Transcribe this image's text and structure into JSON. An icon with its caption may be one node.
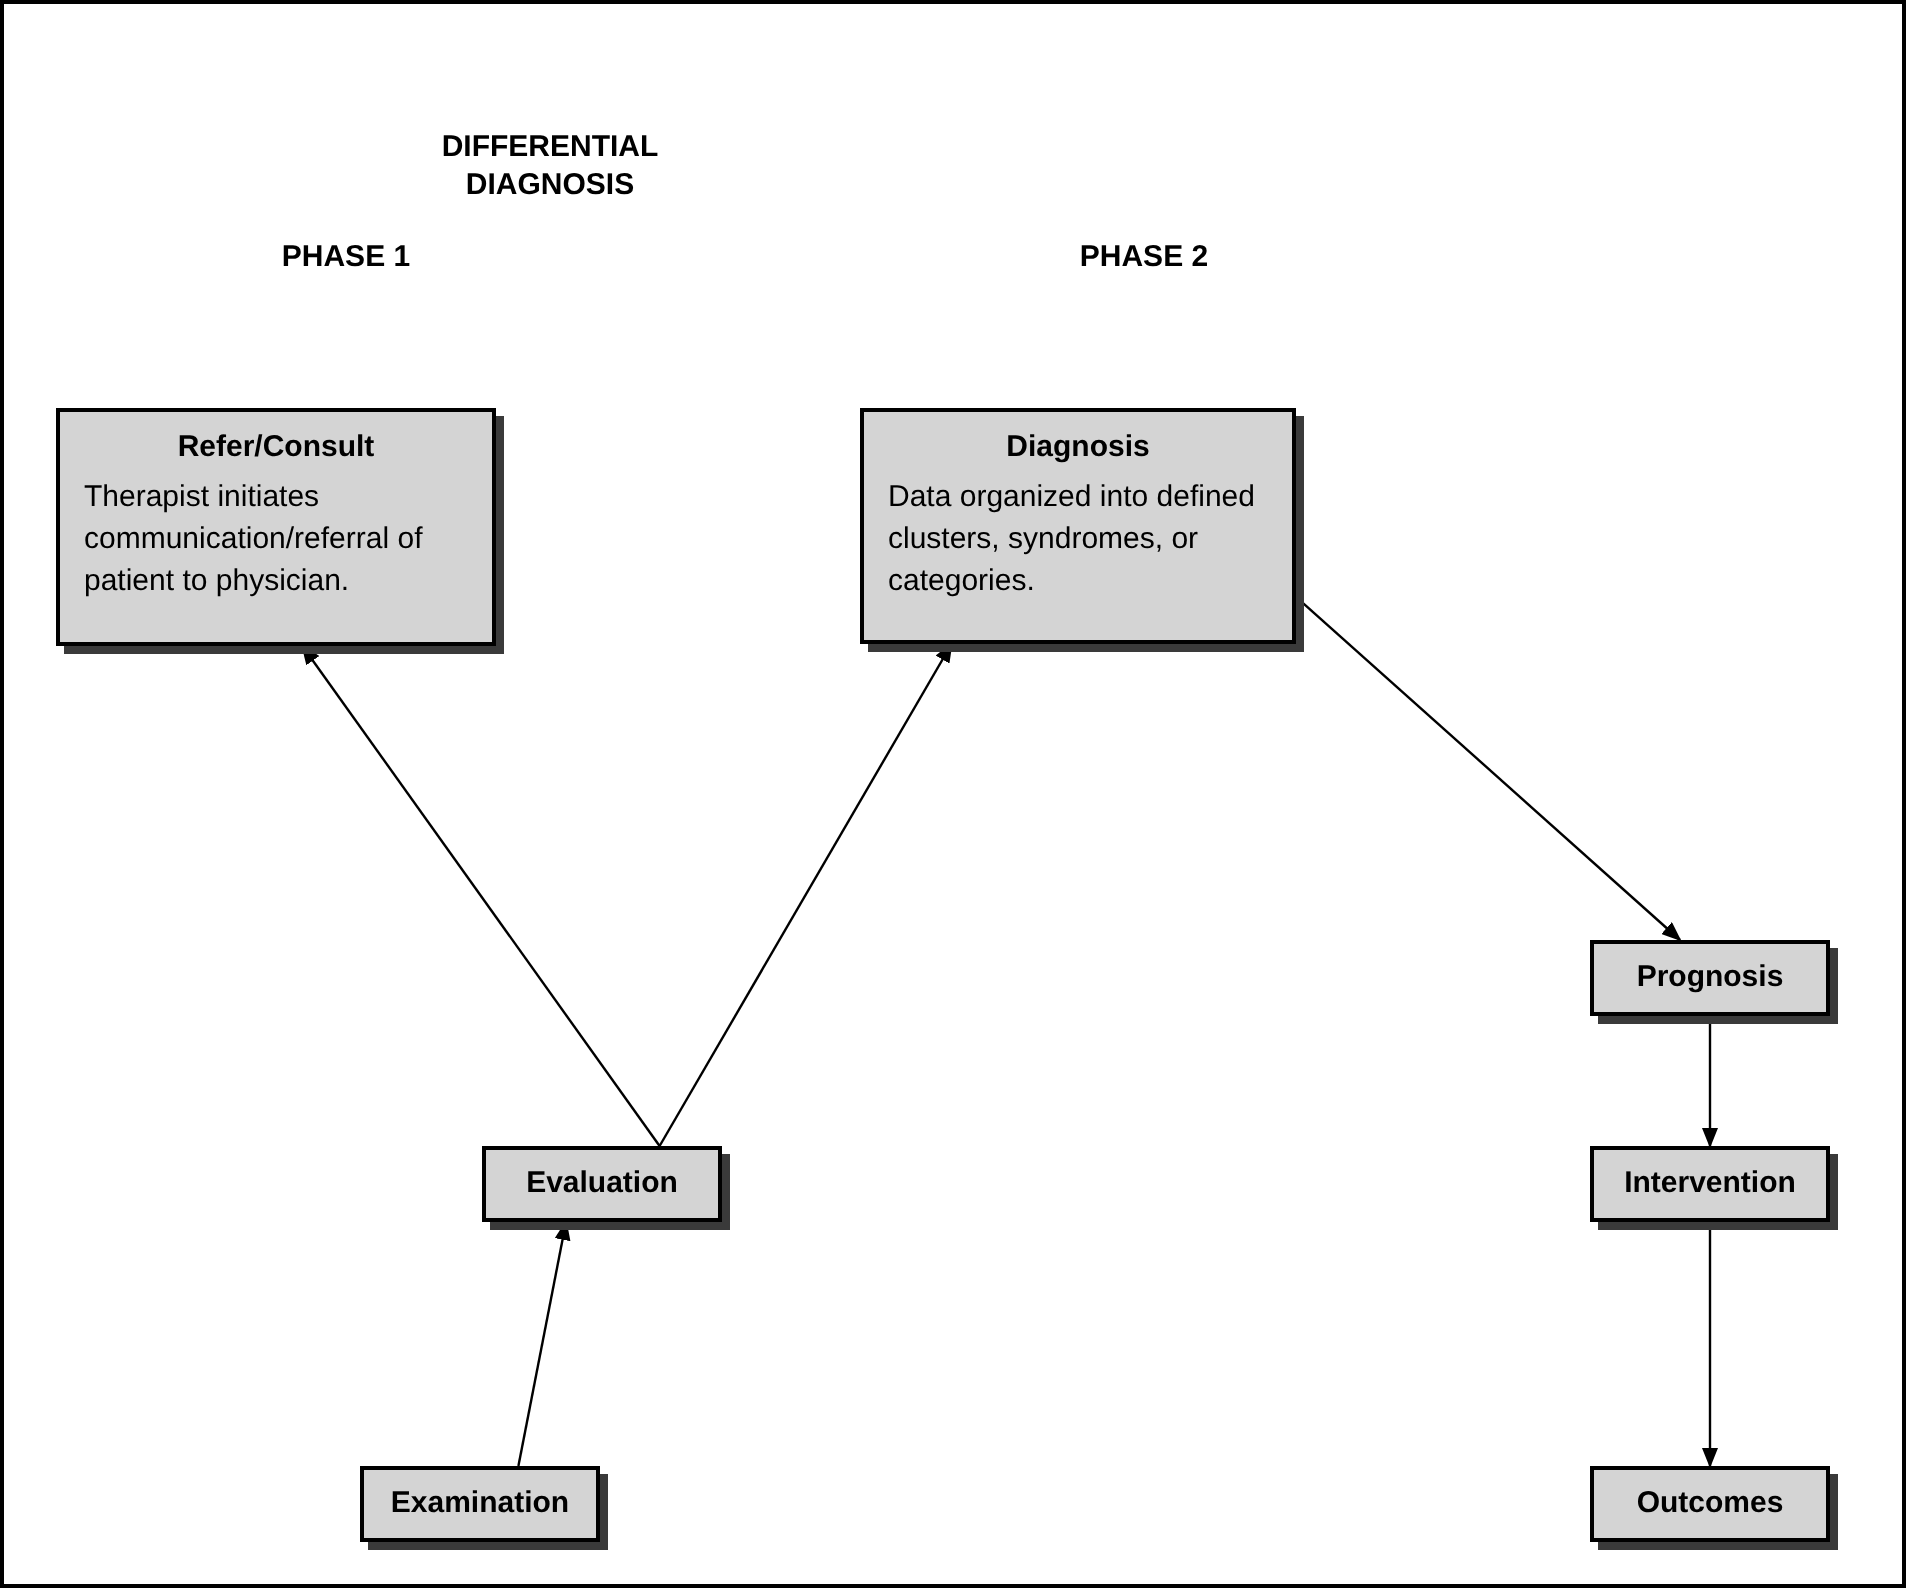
{
  "diagram": {
    "title": "DIFFERENTIAL DIAGNOSIS",
    "nodes": [
      {
        "text": [
          "Refer/Consult",
          "Therapist initiates communication/referral of patient to physician."
        ]
      },
      {
        "text": [
          "Diagnosis",
          "Data organized into defined clusters, syndromes, or categories."
        ]
      },
      {
        "text": [
          "Prognosis"
        ]
      },
      {
        "text": [
          "Evaluation"
        ]
      },
      {
        "text": [
          "Intervention"
        ]
      },
      {
        "text": [
          "Examination"
        ]
      },
      {
        "text": [
          "Outcomes"
        ]
      }
    ],
    "edges": [
      {
        "from": 5,
        "to": 3,
        "arrow": "to"
      },
      {
        "from": 3,
        "to": 0,
        "arrow": "to"
      },
      {
        "from": 3,
        "to": 1,
        "arrow": "to"
      },
      {
        "from": 1,
        "to": 2,
        "arrow": "to"
      },
      {
        "from": 2,
        "to": 4,
        "arrow": "to"
      },
      {
        "from": 4,
        "to": 6,
        "arrow": "to"
      }
    ],
    "labels": [
      "PHASE 1",
      "PHASE 2"
    ]
  }
}
